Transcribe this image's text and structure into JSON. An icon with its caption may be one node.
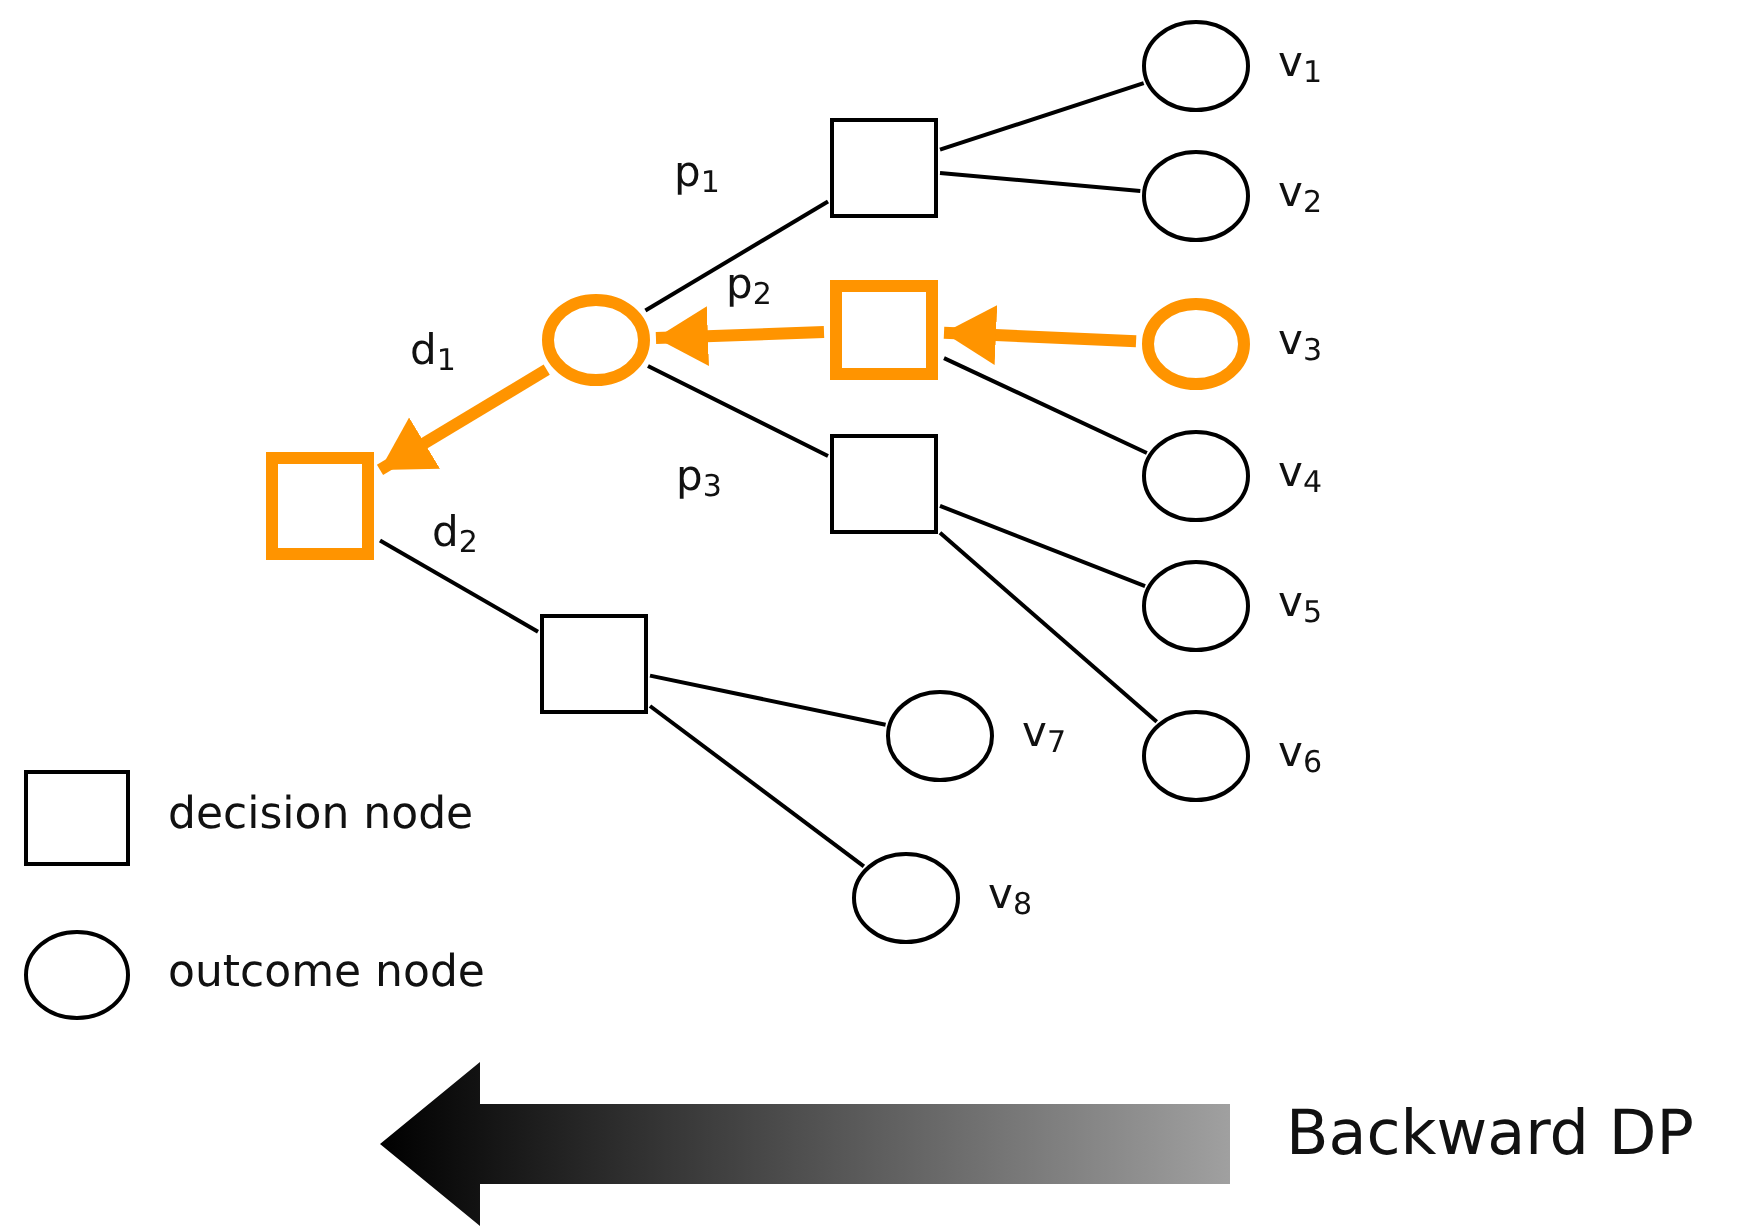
{
  "diagram": {
    "nodes": [
      {
        "text": [],
        "shape": "box"
      },
      {
        "text": [],
        "shape": "circle"
      },
      {
        "text": [],
        "shape": "box"
      },
      {
        "text": [],
        "shape": "box"
      },
      {
        "text": [],
        "shape": "box"
      },
      {
        "text": [],
        "shape": "box"
      },
      {
        "text": [],
        "shape": "circle",
        "beside": [
          "v$_{7}$"
        ]
      },
      {
        "text": [],
        "shape": "circle",
        "beside": [
          "v$_{8}$"
        ]
      },
      {
        "text": [],
        "shape": "circle",
        "beside": [
          "v$_{1}$"
        ]
      },
      {
        "text": [],
        "shape": "circle",
        "beside": [
          "v$_{2}$"
        ]
      },
      {
        "text": [],
        "shape": "circle",
        "beside": [
          "v$_{3}$"
        ]
      },
      {
        "text": [],
        "shape": "circle",
        "beside": [
          "v$_{4}$"
        ]
      },
      {
        "text": [],
        "shape": "circle",
        "beside": [
          "v$_{5}$"
        ]
      },
      {
        "text": [],
        "shape": "circle",
        "beside": [
          "v$_{6}$"
        ]
      }
    ],
    "edges": [
      {
        "from": 1,
        "to": 0,
        "arrow": "to",
        "label": "d$_{1}$",
        "style": "thick",
        "color": "#ff9400"
      },
      {
        "from": 0,
        "to": 2,
        "arrow": "none",
        "label": "d$_{2}$"
      },
      {
        "from": 1,
        "to": 3,
        "arrow": "none",
        "label": "p$_{1}$"
      },
      {
        "from": 4,
        "to": 1,
        "arrow": "to",
        "label": "p$_{2}$",
        "style": "thick",
        "color": "#ff9400"
      },
      {
        "from": 1,
        "to": 5,
        "arrow": "none",
        "label": "p$_{3}$"
      },
      {
        "from": 3,
        "to": 8,
        "arrow": "none"
      },
      {
        "from": 3,
        "to": 9,
        "arrow": "none"
      },
      {
        "from": 10,
        "to": 4,
        "arrow": "to",
        "style": "thick",
        "color": "#ff9400"
      },
      {
        "from": 4,
        "to": 11,
        "arrow": "none"
      },
      {
        "from": 5,
        "to": 12,
        "arrow": "none"
      },
      {
        "from": 5,
        "to": 13,
        "arrow": "none"
      },
      {
        "from": 2,
        "to": 6,
        "arrow": "none"
      },
      {
        "from": 2,
        "to": 7,
        "arrow": "none"
      }
    ],
    "labels": [
      "Backward DP"
    ],
    "legend": [
      {
        "text": "decision node"
      },
      {
        "text": "outcome node"
      }
    ]
  }
}
